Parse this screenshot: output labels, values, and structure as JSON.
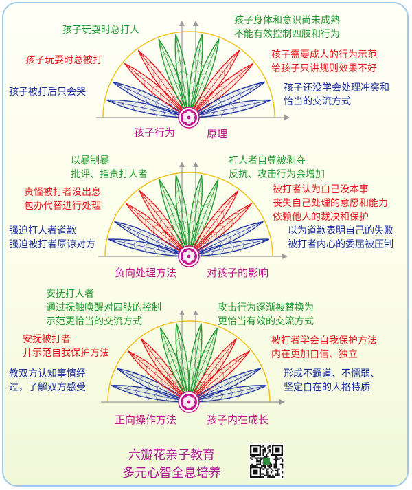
{
  "sections": [
    {
      "top_left_green": "孩子玩耍时总打人",
      "left_red": "孩子玩耍时总被打",
      "left_blue": "孩子被打后只会哭",
      "top_right_green": [
        "孩子身体和意识尚未成熟",
        "不能有效控制四肢和行为"
      ],
      "right_red": [
        "孩子需要成人的行为示范",
        "给孩子只讲规则效果不好"
      ],
      "right_blue": [
        "孩子还没学会处理冲突和",
        "恰当的交流方式"
      ],
      "bottom_left": "孩子行为",
      "bottom_right": "原理"
    },
    {
      "top_left_green": [
        "以暴制暴",
        "批评、指责打人者"
      ],
      "left_red": [
        "责怪被打者没出息",
        "包办代替进行处理"
      ],
      "left_blue": [
        "强迫打人者道歉",
        "强迫被打者原谅对方"
      ],
      "top_right_green": [
        "打人者自尊被剥夺",
        "反抗、攻击行为会增加"
      ],
      "right_red": [
        "被打者认为自己没本事",
        "丧失自己处理的意愿和能力",
        "依赖他人的裁决和保护"
      ],
      "right_blue": [
        "以为道歉表明自己的失败",
        "被打者内心的委屈被压制"
      ],
      "bottom_left": "负向处理方法",
      "bottom_right": "对孩子的影响"
    },
    {
      "top_left_green": [
        "安抚打人者",
        "通过抚触唤醒对四肢的控制",
        "示范更恰当的交流方式"
      ],
      "left_red": [
        "安抚被打者",
        "并示范自我保护方法"
      ],
      "left_blue": [
        "教双方认知事情经",
        "过，了解双方感受"
      ],
      "top_right_green": [
        "攻击行为逐渐被替换为",
        "更恰当有效的交流方式"
      ],
      "right_red": [
        "被打者学会自我保护方法",
        "内在更加自信、独立"
      ],
      "right_blue": [
        "形成不霸道、不懦弱、",
        "坚定自在的人格特质"
      ],
      "bottom_left": "正向操作方法",
      "bottom_right": "孩子内在成长"
    }
  ],
  "footer": {
    "line1": "六瓣花亲子教育",
    "line2": "多元心智全息培养"
  },
  "colors": {
    "green": "#1d9a2d",
    "red": "#e8171d",
    "blue": "#1b2fa0",
    "magenta": "#c2158c",
    "arc": "#f2c21c"
  }
}
